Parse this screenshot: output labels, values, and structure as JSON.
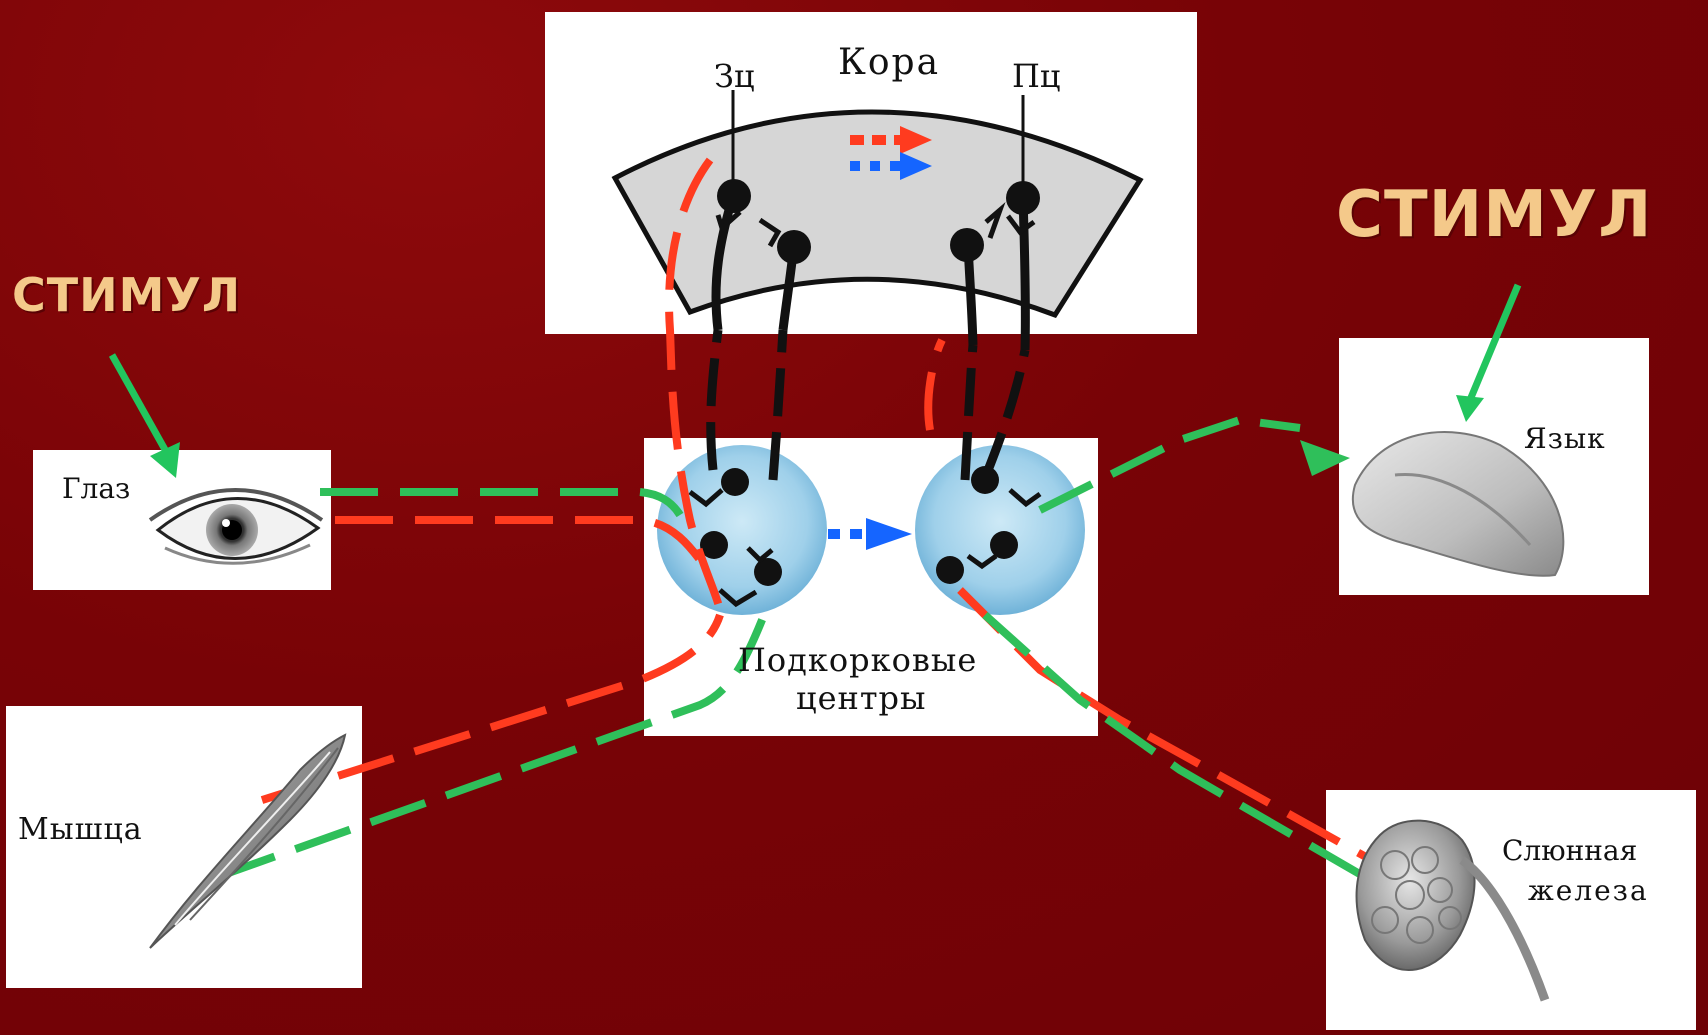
{
  "diagram": {
    "stimulus_left": "СТИМУЛ",
    "stimulus_right": "СТИМУЛ",
    "cortex": {
      "title": "Кора",
      "left_center": "Зц",
      "right_center": "Пц"
    },
    "subcortical": {
      "line1": "Подкорковые",
      "line2": "центры"
    },
    "organs": {
      "eye": "Глаз",
      "muscle": "Мышца",
      "tongue": "Язык",
      "gland_line1": "Слюнная",
      "gland_line2": "железа"
    },
    "colors": {
      "background": "#780306",
      "stimulus_text": "#f4c98a",
      "arrow_green": "#22c55e",
      "afferent_red": "#ff3b1f",
      "efferent_green": "#2fbf5a",
      "cortex_fill": "#d6d6d6",
      "center_fill": "#9fd0ea",
      "neuron": "#111111",
      "connection_blue": "#1565ff"
    }
  }
}
